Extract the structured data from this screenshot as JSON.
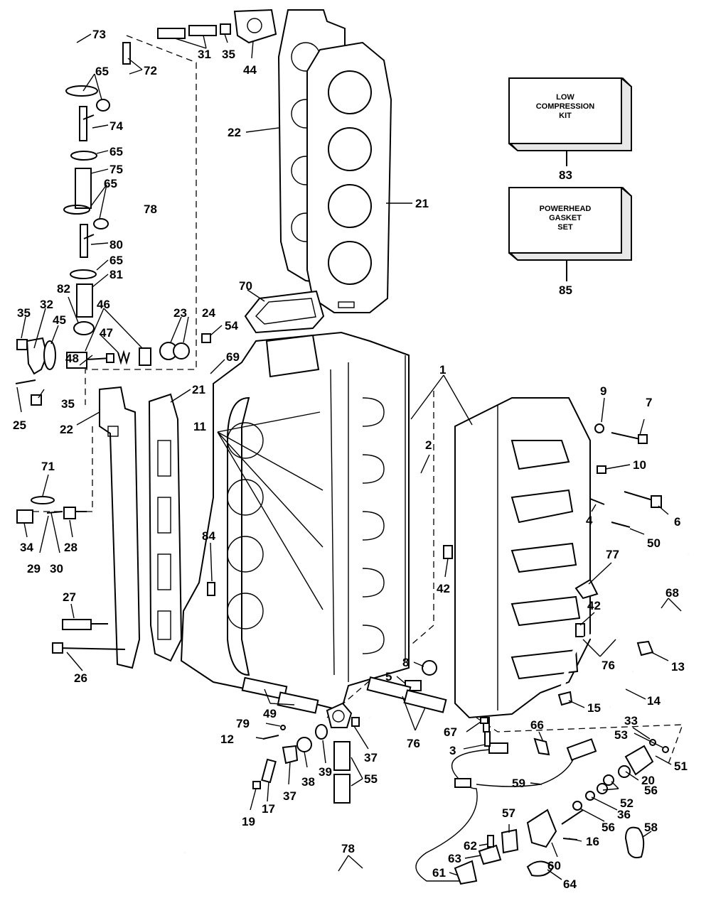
{
  "diagram": {
    "kits": [
      {
        "id": "low-compression-kit",
        "lines": [
          "LOW",
          "COMPRESSION",
          "KIT"
        ],
        "ref": "83"
      },
      {
        "id": "powerhead-gasket-set",
        "lines": [
          "POWERHEAD",
          "GASKET",
          "SET"
        ],
        "ref": "85"
      }
    ],
    "callouts": {
      "c73": "73",
      "c72": "72",
      "c65a": "65",
      "c74": "74",
      "c65b": "65",
      "c75": "75",
      "c65c": "65",
      "c78a": "78",
      "c80": "80",
      "c65d": "65",
      "c81": "81",
      "c82": "82",
      "c35a": "35",
      "c32": "32",
      "c45": "45",
      "c46": "46",
      "c47": "47",
      "c48": "48",
      "c23": "23",
      "c24": "24",
      "c54": "54",
      "c31": "31",
      "c35b": "35",
      "c44": "44",
      "c22a": "22",
      "c21a": "21",
      "c70": "70",
      "c69": "69",
      "c25": "25",
      "c35c": "35",
      "c22b": "22",
      "c21b": "21",
      "c11": "11",
      "c1": "1",
      "c9": "9",
      "c7": "7",
      "c2": "2",
      "c10": "10",
      "c6": "6",
      "c4": "4",
      "c50": "50",
      "c77": "77",
      "c42a": "42",
      "c68": "68",
      "c42b": "42",
      "c71": "71",
      "c34": "34",
      "c29": "29",
      "c30": "30",
      "c28": "28",
      "c27": "27",
      "c26": "26",
      "c84": "84",
      "c8": "8",
      "c5": "5",
      "c76a": "76",
      "c13": "13",
      "c15": "15",
      "c14": "14",
      "c49": "49",
      "c79": "79",
      "c12": "12",
      "c76b": "76",
      "c67": "67",
      "c66": "66",
      "c33": "33",
      "c53": "53",
      "c3": "3",
      "c37a": "37",
      "c51": "51",
      "c20": "20",
      "c37b": "37",
      "c38": "38",
      "c39": "39",
      "c55": "55",
      "c19": "19",
      "c17": "17",
      "c59": "59",
      "c56a": "56",
      "c52": "52",
      "c36": "36",
      "c56b": "56",
      "c57": "57",
      "c58": "58",
      "c62": "62",
      "c16": "16",
      "c60": "60",
      "c63": "63",
      "c61": "61",
      "c64": "64",
      "c78b": "78"
    }
  }
}
